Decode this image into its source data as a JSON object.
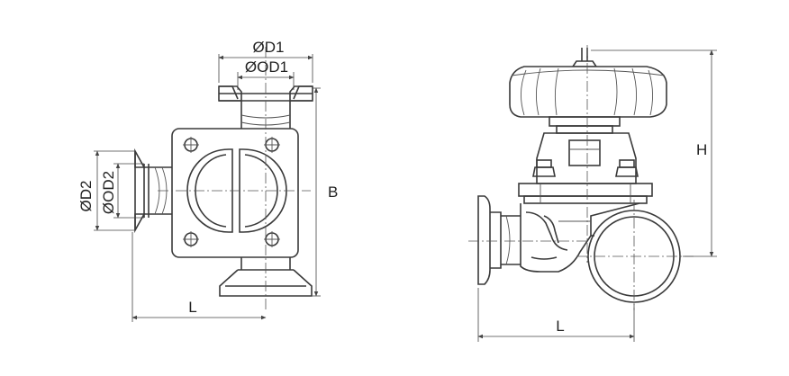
{
  "labels": {
    "left_view": {
      "d1": "ØD1",
      "od1": "ØOD1",
      "d2": "ØD2",
      "od2": "ØOD2",
      "b": "B",
      "l": "L"
    },
    "right_view": {
      "h": "H",
      "l": "L"
    }
  },
  "colors": {
    "line": "#3a3a3a",
    "background": "#ffffff"
  }
}
